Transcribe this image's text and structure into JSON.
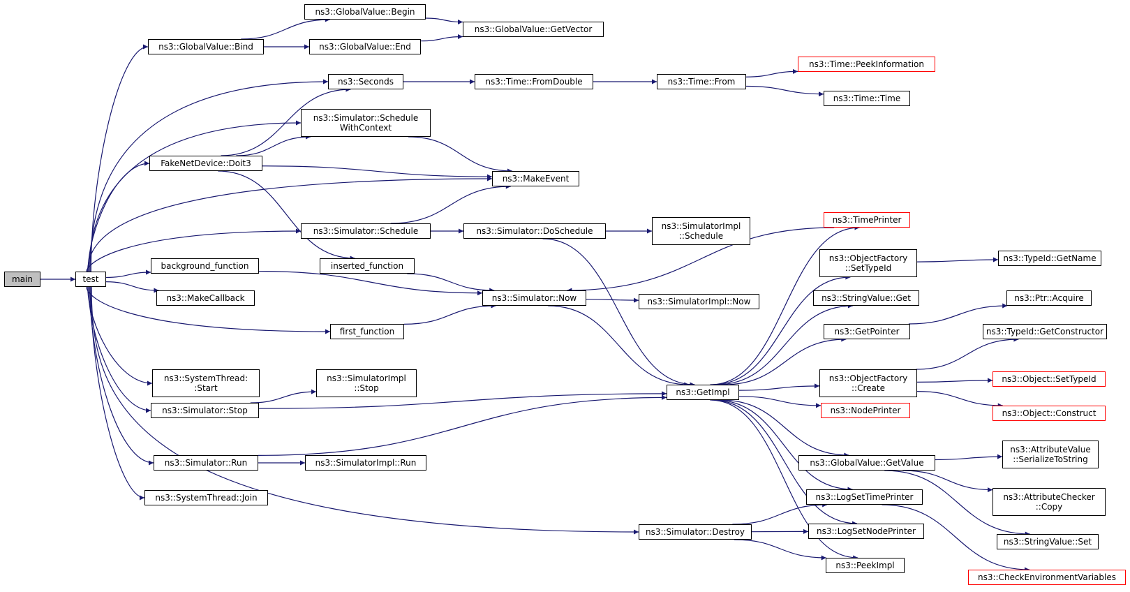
{
  "colors": {
    "edge": "#191970",
    "node_border": "#000000",
    "external_border": "#ff0000",
    "root_fill": "#bfbfbf"
  },
  "nodes": {
    "main": {
      "lines": [
        "main"
      ]
    },
    "test": {
      "lines": [
        "test"
      ]
    },
    "gv_bind": {
      "lines": [
        "ns3::GlobalValue::Bind"
      ]
    },
    "gv_begin": {
      "lines": [
        "ns3::GlobalValue::Begin"
      ]
    },
    "gv_end": {
      "lines": [
        "ns3::GlobalValue::End"
      ]
    },
    "gv_getvector": {
      "lines": [
        "ns3::GlobalValue::GetVector"
      ]
    },
    "seconds": {
      "lines": [
        "ns3::Seconds"
      ]
    },
    "time_fromdouble": {
      "lines": [
        "ns3::Time::FromDouble"
      ]
    },
    "time_from": {
      "lines": [
        "ns3::Time::From"
      ]
    },
    "time_peekinfo": {
      "lines": [
        "ns3::Time::PeekInformation"
      ]
    },
    "time_time": {
      "lines": [
        "ns3::Time::Time"
      ]
    },
    "sim_schedwithctx": {
      "lines": [
        "ns3::Simulator::Schedule",
        "WithContext"
      ]
    },
    "fake_doit3": {
      "lines": [
        "FakeNetDevice::Doit3"
      ]
    },
    "makeevent": {
      "lines": [
        "ns3::MakeEvent"
      ]
    },
    "sim_schedule": {
      "lines": [
        "ns3::Simulator::Schedule"
      ]
    },
    "sim_doschedule": {
      "lines": [
        "ns3::Simulator::DoSchedule"
      ]
    },
    "simimpl_schedule": {
      "lines": [
        "ns3::SimulatorImpl",
        "::Schedule"
      ]
    },
    "timeprinter": {
      "lines": [
        "ns3::TimePrinter"
      ]
    },
    "background_function": {
      "lines": [
        "background_function"
      ]
    },
    "inserted_function": {
      "lines": [
        "inserted_function"
      ]
    },
    "of_settypeid": {
      "lines": [
        "ns3::ObjectFactory",
        "::SetTypeId"
      ]
    },
    "typeid_getname": {
      "lines": [
        "ns3::TypeId::GetName"
      ]
    },
    "makecallback": {
      "lines": [
        "ns3::MakeCallback"
      ]
    },
    "sim_now": {
      "lines": [
        "ns3::Simulator::Now"
      ]
    },
    "simimpl_now": {
      "lines": [
        "ns3::SimulatorImpl::Now"
      ]
    },
    "stringvalue_get": {
      "lines": [
        "ns3::StringValue::Get"
      ]
    },
    "ptr_acquire": {
      "lines": [
        "ns3::Ptr::Acquire"
      ]
    },
    "first_function": {
      "lines": [
        "first_function"
      ]
    },
    "getpointer": {
      "lines": [
        "ns3::GetPointer"
      ]
    },
    "typeid_getconstructor": {
      "lines": [
        "ns3::TypeId::GetConstructor"
      ]
    },
    "systhread_start": {
      "lines": [
        "ns3::SystemThread:",
        ":Start"
      ]
    },
    "simimpl_stop": {
      "lines": [
        "ns3::SimulatorImpl",
        "::Stop"
      ]
    },
    "of_create": {
      "lines": [
        "ns3::ObjectFactory",
        "::Create"
      ]
    },
    "object_settypeid": {
      "lines": [
        "ns3::Object::SetTypeId"
      ]
    },
    "sim_stop": {
      "lines": [
        "ns3::Simulator::Stop"
      ]
    },
    "getimpl": {
      "lines": [
        "ns3::GetImpl"
      ]
    },
    "object_construct": {
      "lines": [
        "ns3::Object::Construct"
      ]
    },
    "nodeprinter": {
      "lines": [
        "ns3::NodePrinter"
      ]
    },
    "attrvalue_serialize": {
      "lines": [
        "ns3::AttributeValue",
        "::SerializeToString"
      ]
    },
    "sim_run": {
      "lines": [
        "ns3::Simulator::Run"
      ]
    },
    "simimpl_run": {
      "lines": [
        "ns3::SimulatorImpl::Run"
      ]
    },
    "gv_getvalue": {
      "lines": [
        "ns3::GlobalValue::GetValue"
      ]
    },
    "systhread_join": {
      "lines": [
        "ns3::SystemThread::Join"
      ]
    },
    "logsettimeprinter": {
      "lines": [
        "ns3::LogSetTimePrinter"
      ]
    },
    "attrchecker_copy": {
      "lines": [
        "ns3::AttributeChecker",
        "::Copy"
      ]
    },
    "sim_destroy": {
      "lines": [
        "ns3::Simulator::Destroy"
      ]
    },
    "logsetnodeprinter": {
      "lines": [
        "ns3::LogSetNodePrinter"
      ]
    },
    "stringvalue_set": {
      "lines": [
        "ns3::StringValue::Set"
      ]
    },
    "peekimpl": {
      "lines": [
        "ns3::PeekImpl"
      ]
    },
    "checkenv": {
      "lines": [
        "ns3::CheckEnvironmentVariables"
      ]
    }
  }
}
